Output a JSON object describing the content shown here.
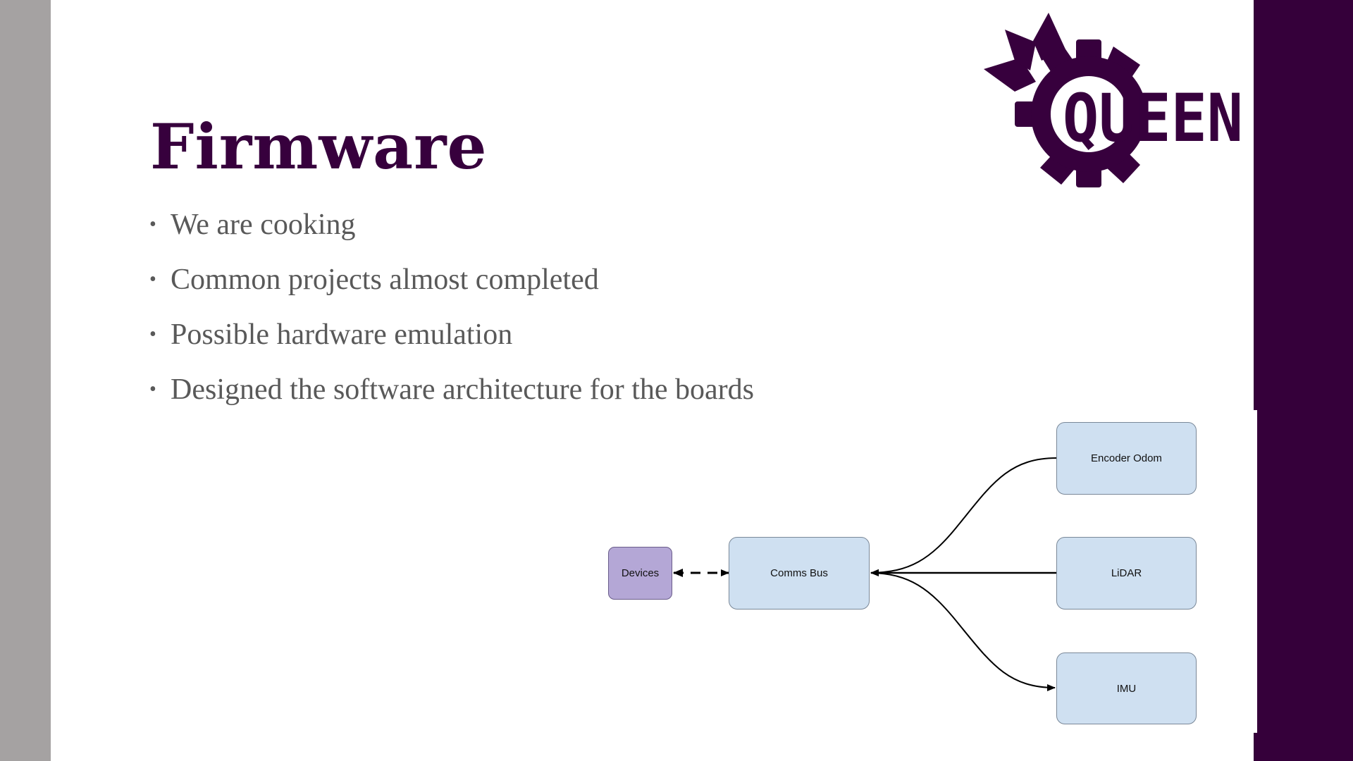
{
  "slide": {
    "title": "Firmware",
    "bullets": [
      "We are cooking",
      "Common projects almost completed",
      "Possible hardware emulation",
      "Designed the software architecture for the boards"
    ],
    "bullet_glyph": "•",
    "logo": {
      "text": "QUEEN",
      "icon": "gear-icon"
    },
    "colors": {
      "brand": "#37003d",
      "sidebar": "#a5a2a2",
      "text": "#595959",
      "node": "#cfe0f1",
      "device_node": "#b4a7d6"
    }
  },
  "diagram": {
    "nodes": {
      "devices": "Devices",
      "comms_bus": "Comms Bus",
      "encoder_odom": "Encoder Odom",
      "lidar": "LiDAR",
      "imu": "IMU"
    }
  }
}
